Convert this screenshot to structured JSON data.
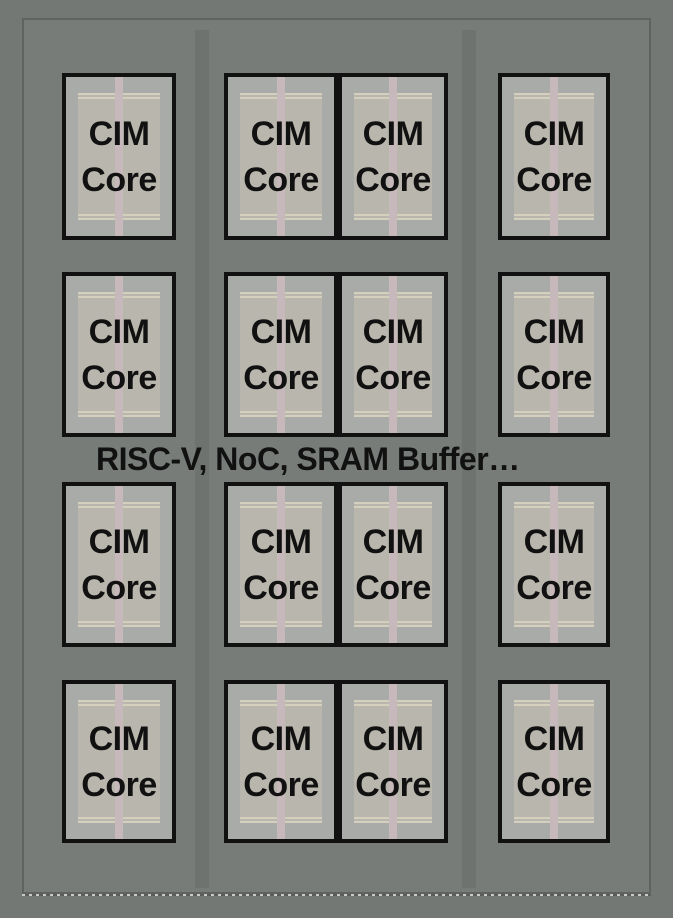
{
  "cores": [
    {
      "line1": "CIM",
      "line2": "Core"
    },
    {
      "line1": "CIM",
      "line2": "Core"
    },
    {
      "line1": "CIM",
      "line2": "Core"
    },
    {
      "line1": "CIM",
      "line2": "Core"
    },
    {
      "line1": "CIM",
      "line2": "Core"
    },
    {
      "line1": "CIM",
      "line2": "Core"
    },
    {
      "line1": "CIM",
      "line2": "Core"
    },
    {
      "line1": "CIM",
      "line2": "Core"
    },
    {
      "line1": "CIM",
      "line2": "Core"
    },
    {
      "line1": "CIM",
      "line2": "Core"
    },
    {
      "line1": "CIM",
      "line2": "Core"
    },
    {
      "line1": "CIM",
      "line2": "Core"
    },
    {
      "line1": "CIM",
      "line2": "Core"
    },
    {
      "line1": "CIM",
      "line2": "Core"
    },
    {
      "line1": "CIM",
      "line2": "Core"
    },
    {
      "line1": "CIM",
      "line2": "Core"
    }
  ],
  "caption": "RISC-V, NoC, SRAM Buffer…"
}
